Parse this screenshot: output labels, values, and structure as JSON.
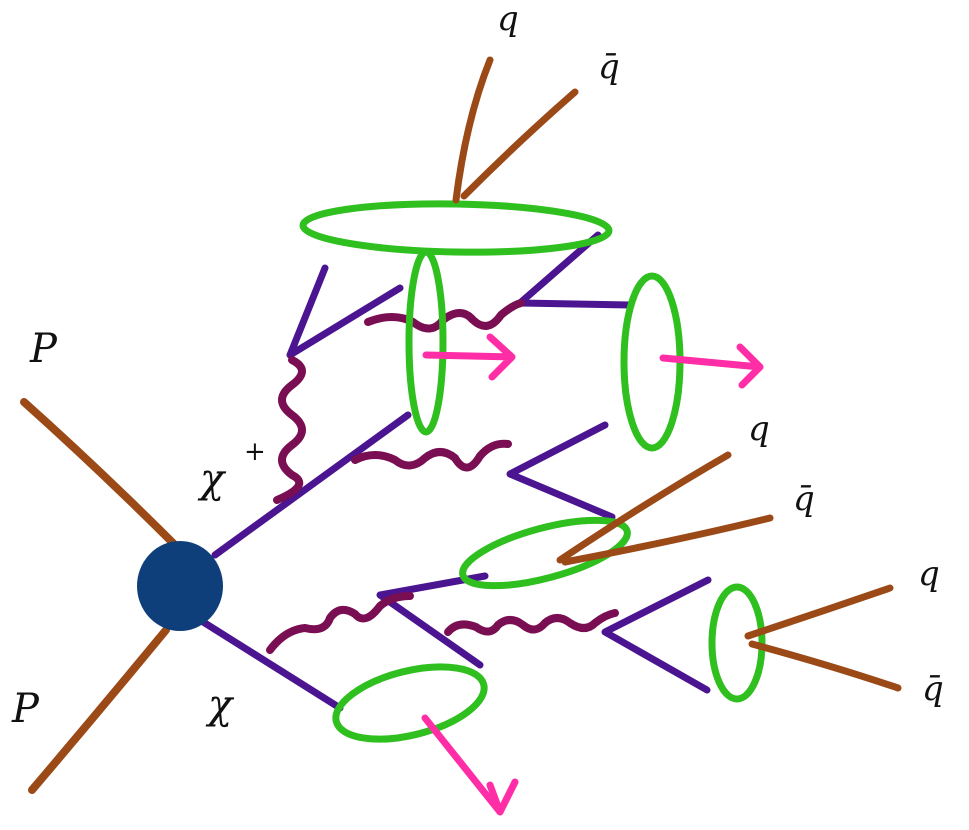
{
  "labels": {
    "proton_top": "P",
    "proton_bottom": "P",
    "chi_plus": "χ",
    "chi_plus_sup": "+",
    "chi": "χ",
    "q_top": "q",
    "qbar_top": "q̄",
    "q_mid": "q",
    "qbar_mid": "q̄",
    "q_right": "q",
    "qbar_right": "q̄"
  },
  "colors": {
    "proton_line": "#9b4a17",
    "blob": "#0f3f7a",
    "fermion": "#4b1490",
    "gluon": "#7a0e52",
    "cluster": "#2fbf1f",
    "arrow": "#ff2ea6",
    "quark": "#9b4a17",
    "text": "#111111"
  }
}
